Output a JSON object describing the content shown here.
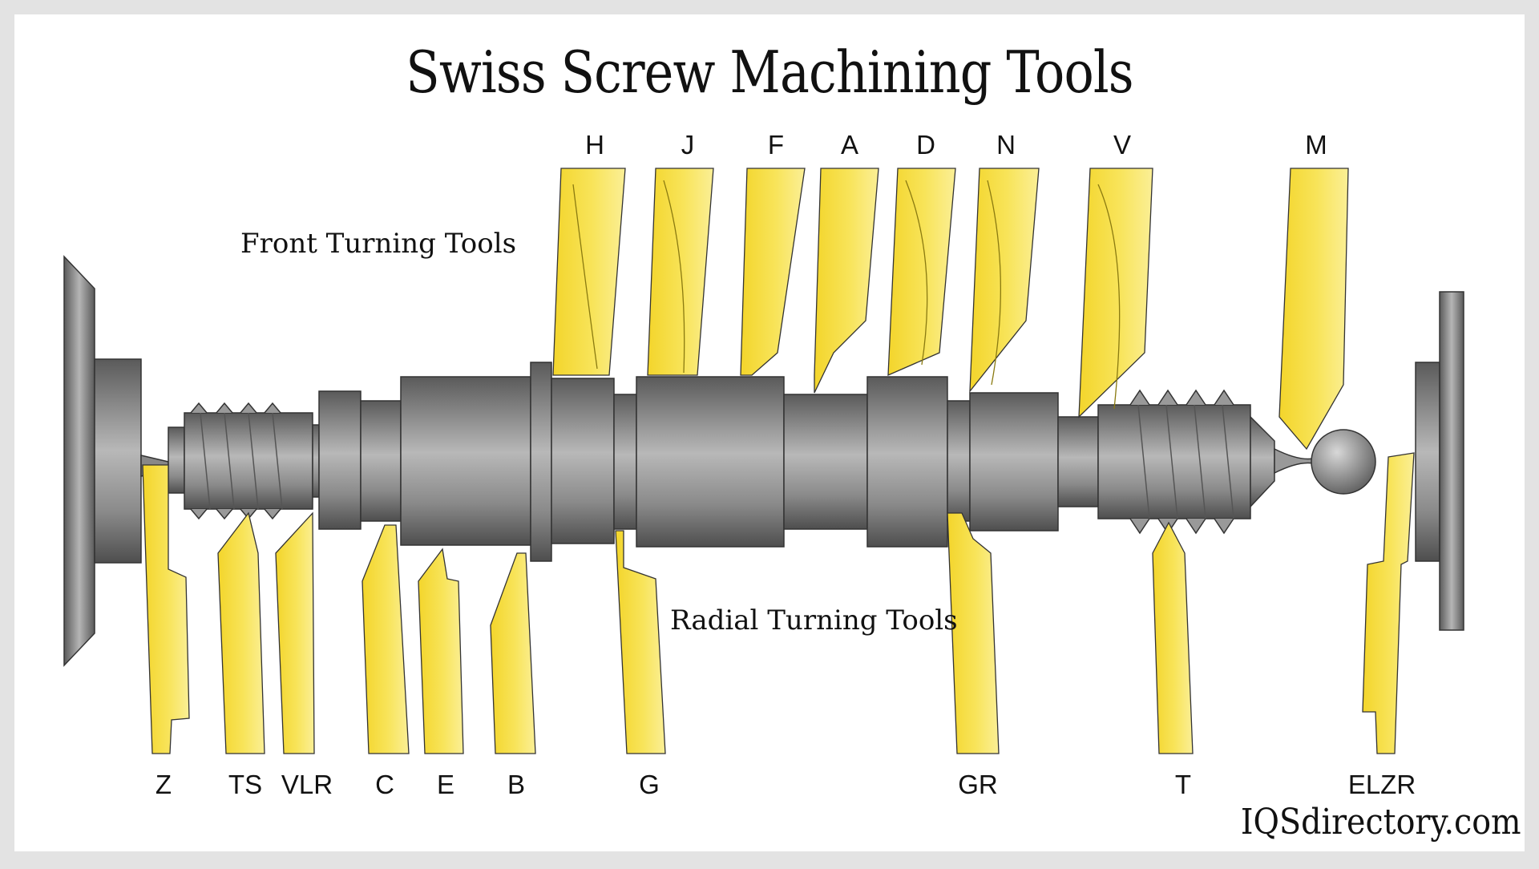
{
  "title": "Swiss Screw Machining Tools",
  "section_labels": {
    "front": "Front Turning Tools",
    "radial": "Radial Turning Tools"
  },
  "top_tools": [
    "H",
    "J",
    "F",
    "A",
    "D",
    "N",
    "V",
    "M"
  ],
  "bottom_tools": [
    "Z",
    "TS",
    "VLR",
    "C",
    "E",
    "B",
    "G",
    "GR",
    "T",
    "ELZR"
  ],
  "brand": "IQSdirectory.com",
  "colors": {
    "tool_yellow": "#f5d931",
    "tool_light": "#fbef96",
    "shaft_gray": "#8e8e8e",
    "background": "#ffffff",
    "frame": "#e3e3e3"
  }
}
